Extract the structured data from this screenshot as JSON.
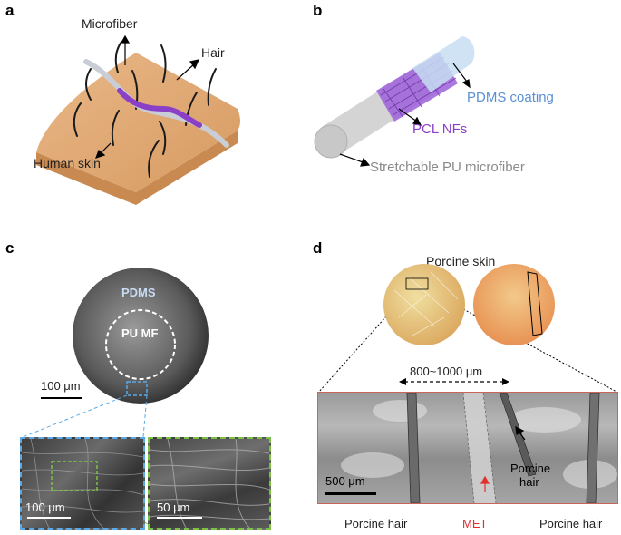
{
  "panels": {
    "a": {
      "label": "a",
      "microfiber": "Microfiber",
      "hair": "Hair",
      "human_skin": "Human skin"
    },
    "b": {
      "label": "b",
      "pdms_coating": "PDMS coating",
      "pcl_nfs": "PCL NFs",
      "pu_microfiber": "Stretchable PU microfiber",
      "colors": {
        "pdms": "#5b8fd6",
        "pcl": "#8a3fc7",
        "pu": "#8a8a8a"
      }
    },
    "c": {
      "label": "c",
      "pdms": "PDMS",
      "pu_mf": "PU MF",
      "scale_main": "100 μm",
      "scale_inset1": "100 μm",
      "scale_inset2": "50 μm",
      "colors": {
        "inset1_border": "#5aa9e6",
        "inset2_border": "#7cc242"
      }
    },
    "d": {
      "label": "d",
      "porcine_skin": "Porcine skin",
      "spacing": "800~1000 μm",
      "scale": "500 μm",
      "porcine_hair_left": "Porcine hair",
      "met": "MET",
      "porcine_hair_right": "Porcine hair",
      "porcine_hair_mid_1": "Porcine",
      "porcine_hair_mid_2": "hair",
      "colors": {
        "met": "#e03030",
        "frame": "#c8665a"
      }
    }
  }
}
